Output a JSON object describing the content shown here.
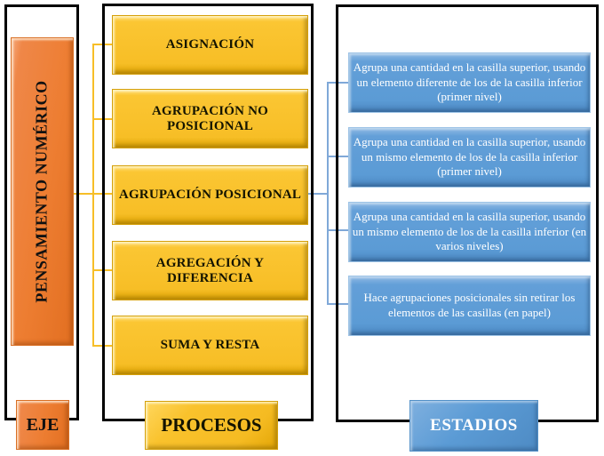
{
  "eje": {
    "axis_label": "PENSAMIENTO NUMÉRICO",
    "footer_label": "EJE"
  },
  "procesos": {
    "footer_label": "PROCESOS",
    "items": [
      "ASIGNACIÓN",
      "AGRUPACIÓN NO POSICIONAL",
      "AGRUPACIÓN POSICIONAL",
      "AGREGACIÓN Y DIFERENCIA",
      "SUMA Y RESTA"
    ]
  },
  "estadios": {
    "footer_label": "ESTADIOS",
    "items": [
      "Agrupa una cantidad en la casilla superior, usando un elemento diferente de los de la casilla inferior (primer nivel)",
      "Agrupa una cantidad en la casilla superior, usando un mismo elemento de los de la casilla inferior (primer nivel)",
      "Agrupa una cantidad en la casilla superior, usando un mismo elemento de los de la casilla inferior (en varios niveles)",
      "Hace agrupaciones posicionales sin retirar los elementos de las casillas (en papel)"
    ]
  },
  "colors": {
    "orange_accent": "#ED7D31",
    "gold_accent": "#F7BE26",
    "blue_accent": "#5B9BD5",
    "connector_gold": "#F7BE28",
    "connector_blue": "#7FA8D8",
    "frame_border": "#000000"
  }
}
